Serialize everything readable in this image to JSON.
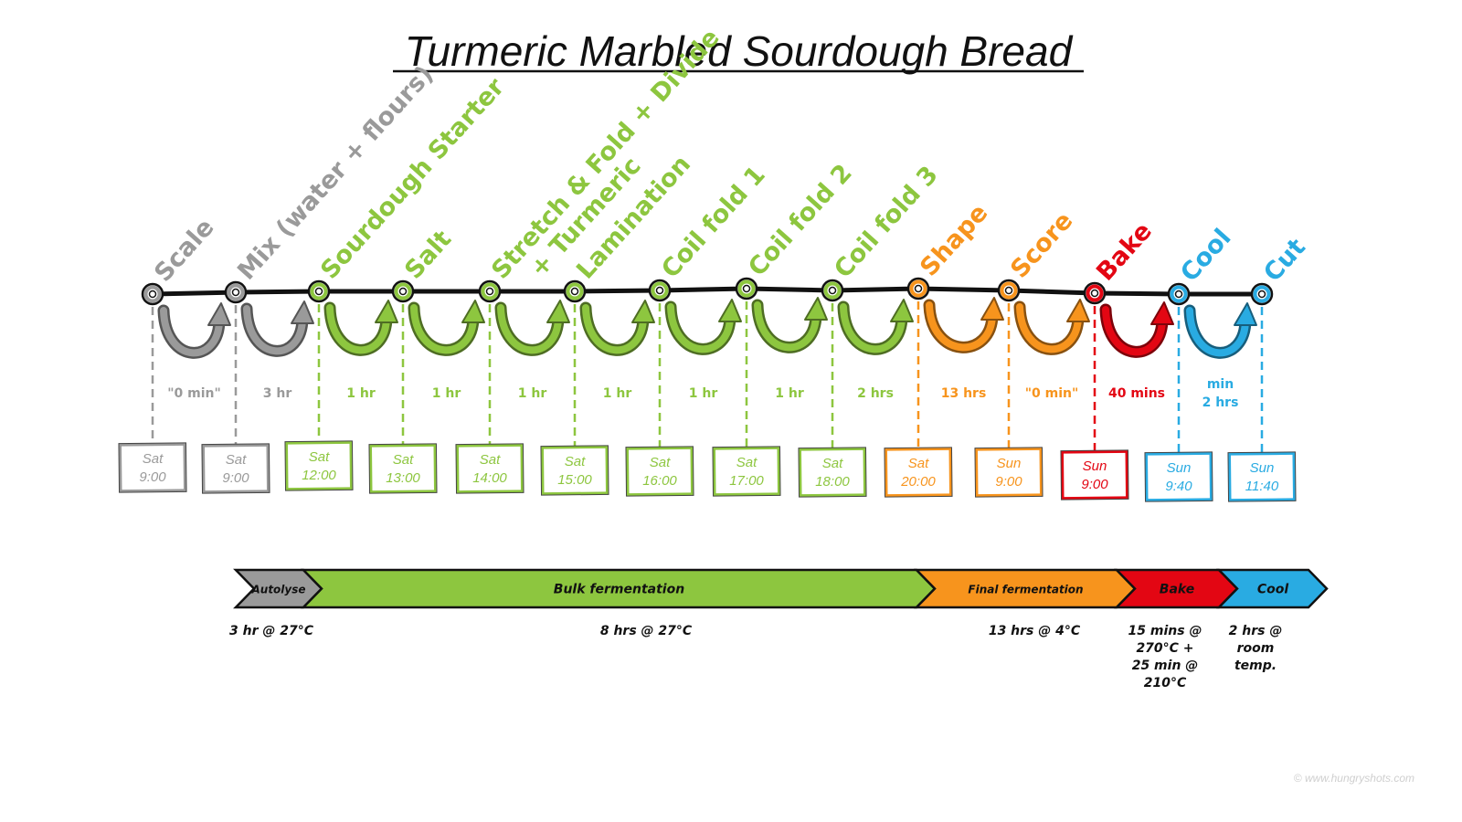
{
  "title": "Turmeric Marbled Sourdough Bread",
  "watermark": "© www.hungryshots.com",
  "colors": {
    "grey": "#9a9a9a",
    "green": "#8dc63f",
    "green_dark": "#6a9a2a",
    "orange": "#f7941d",
    "gold": "#e0a800",
    "red": "#e30613",
    "blue": "#29abe2",
    "line": "#111111"
  },
  "steps": [
    {
      "label": "Scale",
      "color": "grey",
      "day": "Sat",
      "time": "9:00"
    },
    {
      "label": "Mix (water + flours)",
      "color": "grey",
      "day": "Sat",
      "time": "9:00"
    },
    {
      "label": "Sourdough Starter",
      "color": "green",
      "day": "Sat",
      "time": "12:00"
    },
    {
      "label": "Salt",
      "color": "green",
      "day": "Sat",
      "time": "13:00"
    },
    {
      "label": "Stretch & Fold + Divide",
      "label2": "+ Turmeric",
      "color": "green",
      "day": "Sat",
      "time": "14:00"
    },
    {
      "label": "Lamination",
      "color": "green",
      "day": "Sat",
      "time": "15:00"
    },
    {
      "label": "Coil fold 1",
      "color": "green",
      "day": "Sat",
      "time": "16:00"
    },
    {
      "label": "Coil fold 2",
      "color": "green",
      "day": "Sat",
      "time": "17:00"
    },
    {
      "label": "Coil fold 3",
      "color": "green",
      "day": "Sat",
      "time": "18:00"
    },
    {
      "label": "Shape",
      "color": "orange",
      "day": "Sat",
      "time": "20:00"
    },
    {
      "label": "Score",
      "color": "orange",
      "day": "Sun",
      "time": "9:00"
    },
    {
      "label": "Bake",
      "color": "red",
      "day": "Sun",
      "time": "9:00"
    },
    {
      "label": "Cool",
      "color": "blue",
      "day": "Sun",
      "time": "9:40"
    },
    {
      "label": "Cut",
      "color": "blue",
      "day": "Sun",
      "time": "11:40"
    }
  ],
  "durations": [
    {
      "text": "\"0 min\"",
      "color": "grey"
    },
    {
      "text": "3 hr",
      "color": "grey"
    },
    {
      "text": "1 hr",
      "color": "green"
    },
    {
      "text": "1 hr",
      "color": "green"
    },
    {
      "text": "1 hr",
      "color": "green"
    },
    {
      "text": "1 hr",
      "color": "green"
    },
    {
      "text": "1 hr",
      "color": "green"
    },
    {
      "text": "1 hr",
      "color": "green"
    },
    {
      "text": "2 hrs",
      "color": "green"
    },
    {
      "text": "13 hrs",
      "color": "orange"
    },
    {
      "text": "\"0 min\"",
      "color": "orange"
    },
    {
      "text": "40 mins",
      "color": "red"
    },
    {
      "text": "min",
      "text2": "2 hrs",
      "color": "blue"
    }
  ],
  "phases": [
    {
      "label": "Autolyse",
      "color": "grey",
      "condition": [
        "3 hr @ 27°C"
      ]
    },
    {
      "label": "Bulk fermentation",
      "color": "green",
      "condition": [
        "8 hrs @ 27°C"
      ]
    },
    {
      "label": "Final fermentation",
      "color": "orange",
      "condition": [
        "13 hrs @ 4°C"
      ]
    },
    {
      "label": "Bake",
      "color": "red",
      "condition": [
        "15 mins @",
        "270°C +",
        "25 min @",
        "210°C"
      ]
    },
    {
      "label": "Cool",
      "color": "blue",
      "condition": [
        "2 hrs @",
        "room",
        "temp."
      ]
    }
  ]
}
